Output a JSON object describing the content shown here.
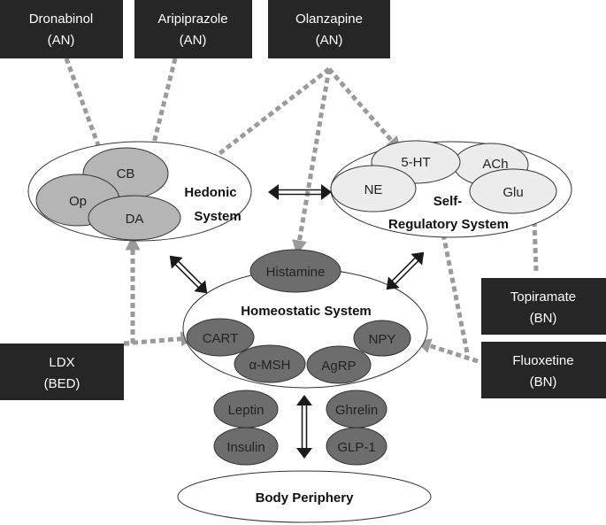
{
  "drugs": {
    "dronabinol": {
      "name": "Dronabinol",
      "indication": "(AN)"
    },
    "aripiprazole": {
      "name": "Aripiprazole",
      "indication": "(AN)"
    },
    "olanzapine": {
      "name": "Olanzapine",
      "indication": "(AN)"
    },
    "ldx": {
      "name": "LDX",
      "indication": "(BED)"
    },
    "topiramate": {
      "name": "Topiramate",
      "indication": "(BN)"
    },
    "fluoxetine": {
      "name": "Fluoxetine",
      "indication": "(BN)"
    }
  },
  "systems": {
    "hedonic": {
      "line1": "Hedonic",
      "line2": "System"
    },
    "self_regulatory": {
      "line1": "Self-",
      "line2": "Regulatory System"
    },
    "homeostatic": {
      "label": "Homeostatic System"
    },
    "periphery": {
      "label": "Body Periphery"
    }
  },
  "nodes": {
    "cb": "CB",
    "op": "Op",
    "da": "DA",
    "five_ht": "5-HT",
    "ach": "ACh",
    "ne": "NE",
    "glu": "Glu",
    "histamine": "Histamine",
    "cart": "CART",
    "npy": "NPY",
    "alpha_msh": "α-MSH",
    "agrp": "AgRP",
    "leptin": "Leptin",
    "ghrelin": "Ghrelin",
    "insulin": "Insulin",
    "glp1": "GLP-1"
  },
  "colors": {
    "drug_box": "#262626",
    "drug_text": "#ffffff",
    "hedonic_node": "#b5b5b5",
    "self_reg_node": "#ececec",
    "homeostatic_node": "#6d6d6d",
    "dotted_arrow": "#9a9a9a",
    "double_arrow": "#1a1a1a"
  }
}
